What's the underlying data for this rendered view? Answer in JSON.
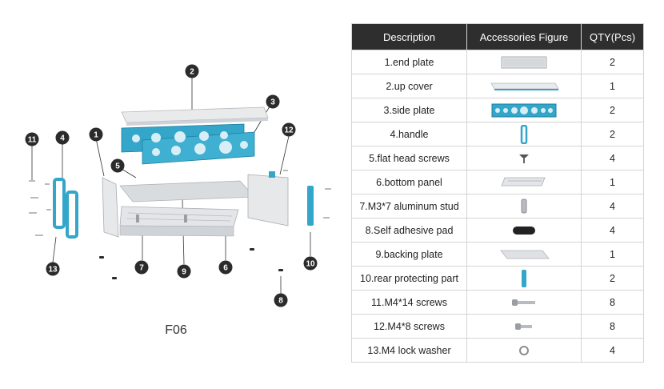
{
  "caption": "F06",
  "colors": {
    "accent": "#33a6c9",
    "header": "#2e2e2e",
    "callout": "#2b2b2b"
  },
  "callouts": [
    "1",
    "2",
    "3",
    "4",
    "5",
    "6",
    "7",
    "8",
    "9",
    "10",
    "11",
    "12",
    "13"
  ],
  "table": {
    "headers": [
      "Description",
      "Accessories Figure",
      "QTY(Pcs)"
    ],
    "rows": [
      {
        "desc": "1.end plate",
        "qty": "2",
        "icon": "end-plate-icon"
      },
      {
        "desc": "2.up cover",
        "qty": "1",
        "icon": "up-cover-icon"
      },
      {
        "desc": "3.side plate",
        "qty": "2",
        "icon": "side-plate-icon"
      },
      {
        "desc": "4.handle",
        "qty": "2",
        "icon": "handle-icon"
      },
      {
        "desc": "5.flat head screws",
        "qty": "4",
        "icon": "flat-head-screw-icon"
      },
      {
        "desc": "6.bottom panel",
        "qty": "1",
        "icon": "bottom-panel-icon"
      },
      {
        "desc": "7.M3*7 aluminum stud",
        "qty": "4",
        "icon": "aluminum-stud-icon"
      },
      {
        "desc": "8.Self adhesive pad",
        "qty": "4",
        "icon": "adhesive-pad-icon"
      },
      {
        "desc": "9.backing plate",
        "qty": "1",
        "icon": "backing-plate-icon"
      },
      {
        "desc": "10.rear protecting part",
        "qty": "2",
        "icon": "rear-protecting-part-icon"
      },
      {
        "desc": "11.M4*14 screws",
        "qty": "8",
        "icon": "m4x14-screw-icon"
      },
      {
        "desc": "12.M4*8 screws",
        "qty": "8",
        "icon": "m4x8-screw-icon"
      },
      {
        "desc": "13.M4 lock washer",
        "qty": "4",
        "icon": "lock-washer-icon"
      }
    ]
  }
}
